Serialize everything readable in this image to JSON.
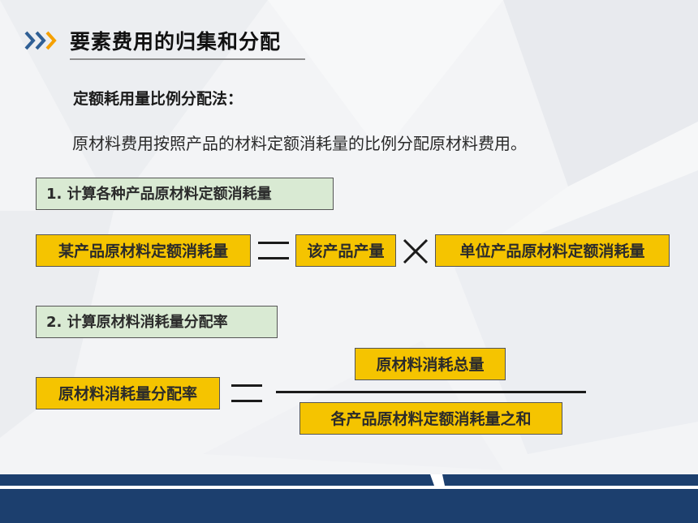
{
  "header": {
    "title": "要素费用的归集和分配"
  },
  "section": {
    "heading": "定额耗用量比例分配法：",
    "description": "原材料费用按照产品的材料定额消耗量的比例分配原材料费用。"
  },
  "steps": {
    "step1": "1. 计算各种产品原材料定额消耗量",
    "step2": "2. 计算原材料消耗量分配率"
  },
  "formula1": {
    "result": "某产品原材料定额消耗量",
    "factor1": "该产品产量",
    "factor2": "单位产品原材料定额消耗量"
  },
  "formula2": {
    "result": "原材料消耗量分配率",
    "numerator": "原材料消耗总量",
    "denominator": "各产品原材料定额消耗量之和"
  },
  "colors": {
    "box_fill": "#f5c400",
    "step_fill": "#d9ead3",
    "footer_navy": "#1c3f6e",
    "chevron_blue": "#2f5f95",
    "chevron_orange": "#f5a000"
  },
  "icons": {
    "title_marker": "double-chevron-right-icon",
    "equals": "equals-icon",
    "multiply": "multiply-icon"
  }
}
